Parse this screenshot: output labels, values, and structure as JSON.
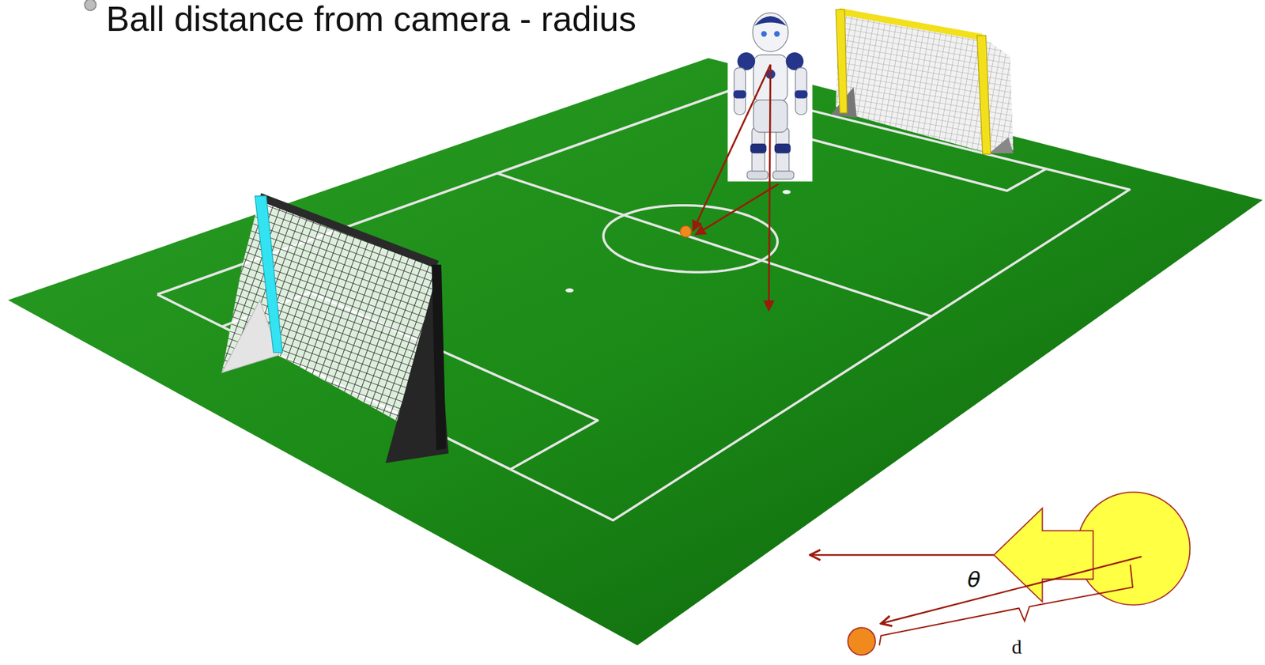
{
  "diagram": {
    "labels": [
      "Ball distance from camera - radius",
      "θ",
      "d"
    ]
  }
}
